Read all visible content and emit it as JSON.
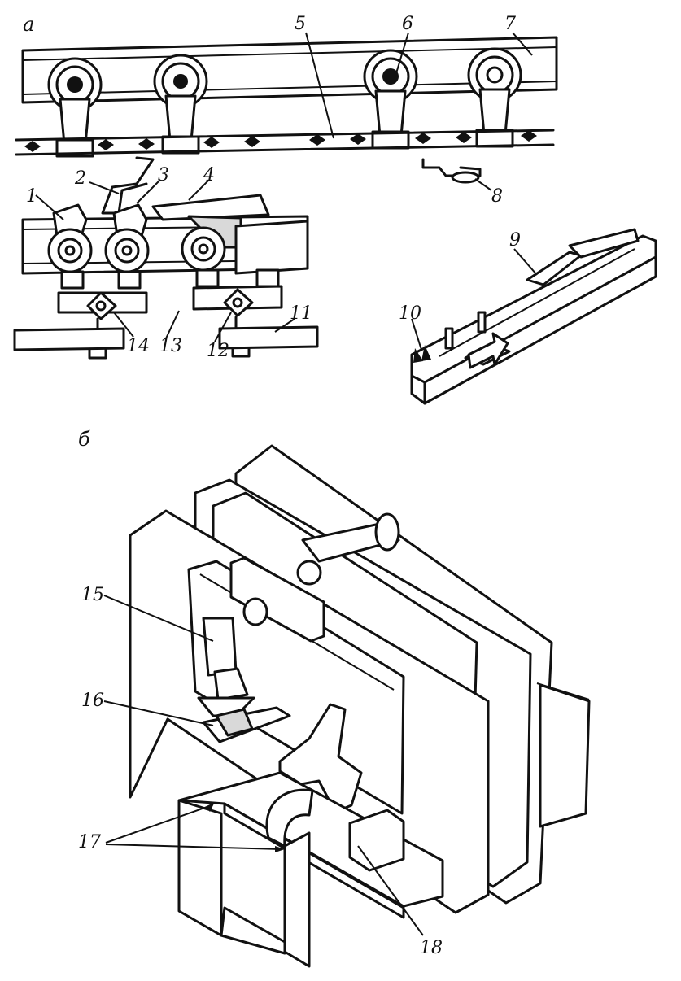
{
  "figure": {
    "panel_labels": {
      "a": "а",
      "b": "б"
    },
    "part_numbers": {
      "p1": "1",
      "p2": "2",
      "p3": "3",
      "p4": "4",
      "p5": "5",
      "p6": "6",
      "p7": "7",
      "p8": "8",
      "p9": "9",
      "p10": "10",
      "p11": "11",
      "p12": "12",
      "p13": "13",
      "p14": "14",
      "p15": "15",
      "p16": "16",
      "p17": "17",
      "p18": "18"
    }
  }
}
